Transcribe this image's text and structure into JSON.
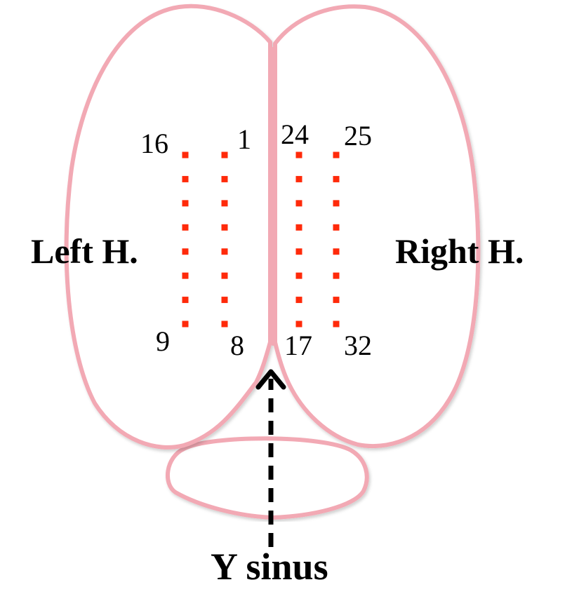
{
  "labels": {
    "left_hemisphere": "Left H.",
    "right_hemisphere": "Right H.",
    "sinus": "Y sinus"
  },
  "electrode_labels": {
    "left_outer_top": "16",
    "left_inner_top": "1",
    "right_inner_top": "24",
    "right_outer_top": "25",
    "left_outer_bottom": "9",
    "left_inner_bottom": "8",
    "right_inner_bottom": "17",
    "right_outer_bottom": "32"
  },
  "electrodes": {
    "columns": 4,
    "per_column": 8
  },
  "colors": {
    "outline": "#f2a9b4",
    "electrode": "#ff2a0a",
    "text": "#000000"
  }
}
